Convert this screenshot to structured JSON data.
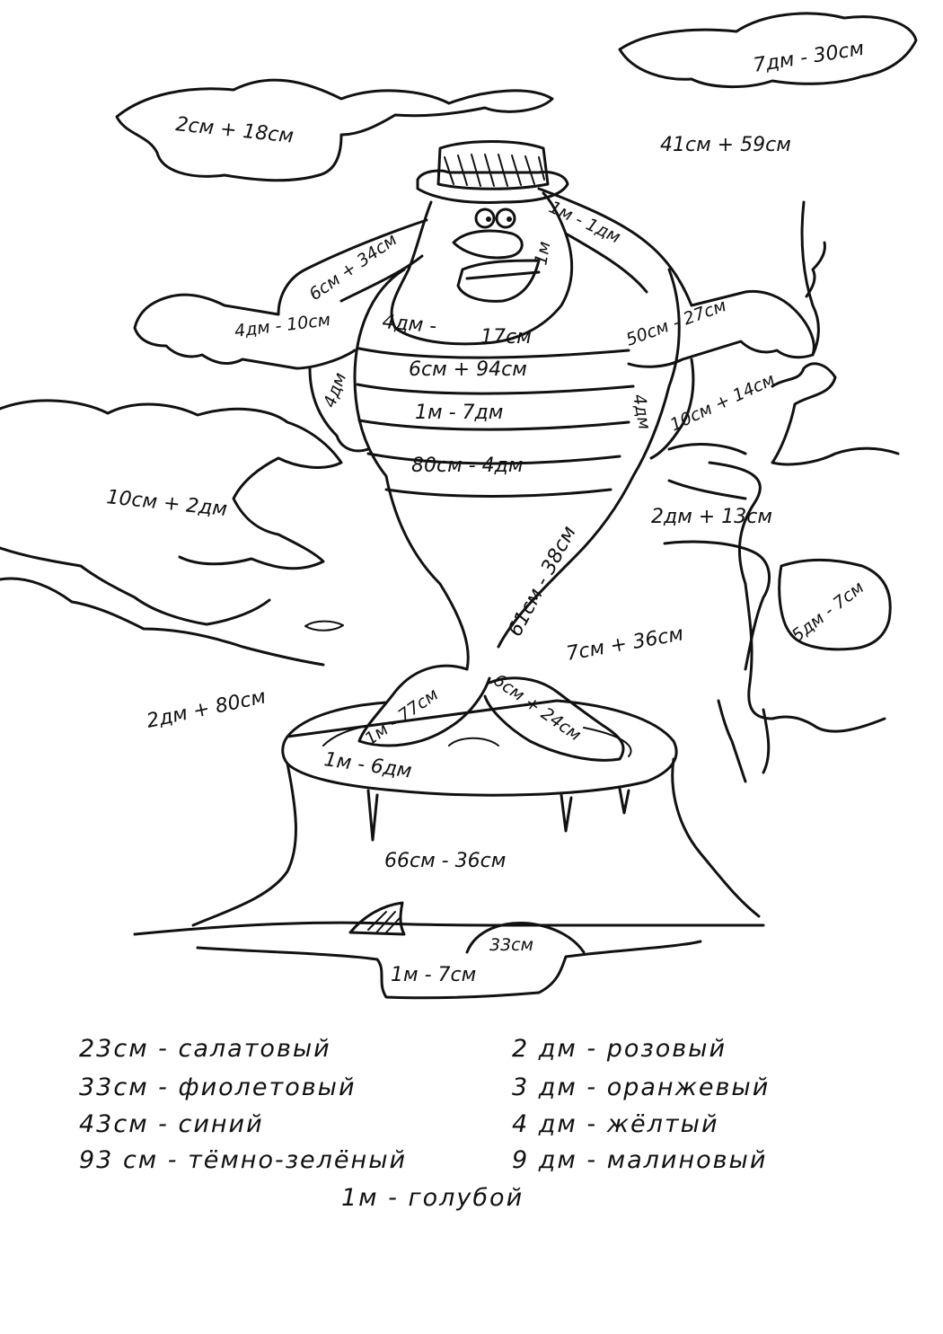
{
  "expressions": {
    "cloud_top_left": "2см + 18см",
    "cloud_top_right": "7дм - 30см",
    "sky_right": "41см + 59см",
    "hat_right": "1м - 1дм",
    "mouth": "1м",
    "left_upper_arm": "6см + 34см",
    "left_forearm": "4дм - 10см",
    "left_under_arm": "4дм",
    "belly_top": "4дм -",
    "belly_top_2": "17см",
    "stripe_1": "6см + 94см",
    "stripe_2": "1м - 7дм",
    "stripe_3": "80см - 4дм",
    "right_forearm": "50см - 27см",
    "right_under_arm": "4дм",
    "right_under_arm_2": "10см + 14см",
    "left_bush": "10см + 2дм",
    "right_tree": "2дм + 13см",
    "tail": "61см - 38см",
    "tail_right": "7см + 36см",
    "branch_right": "5дм - 7см",
    "ground_left": "2дм + 80см",
    "left_foot": "1м - 77см",
    "right_foot": "6см + 24см",
    "stump_top": "1м - 6дм",
    "stump_body": "66см - 36см",
    "grass_mound": "33см",
    "ground_bottom": "1м - 7см"
  },
  "color_key": {
    "left": [
      {
        "value": "23см -",
        "color": "салатовый"
      },
      {
        "value": "33см -",
        "color": "фиолетовый"
      },
      {
        "value": "43см -",
        "color": "синий"
      },
      {
        "value": "93 см -",
        "color": "тёмно-зелёный"
      }
    ],
    "right": [
      {
        "value": "2 дм -",
        "color": "розовый"
      },
      {
        "value": "3 дм -",
        "color": "оранжевый"
      },
      {
        "value": "4 дм -",
        "color": "жёлтый"
      },
      {
        "value": "9 дм -",
        "color": "малиновый"
      }
    ],
    "bottom": {
      "value": "1м -",
      "color": "голубой"
    }
  }
}
